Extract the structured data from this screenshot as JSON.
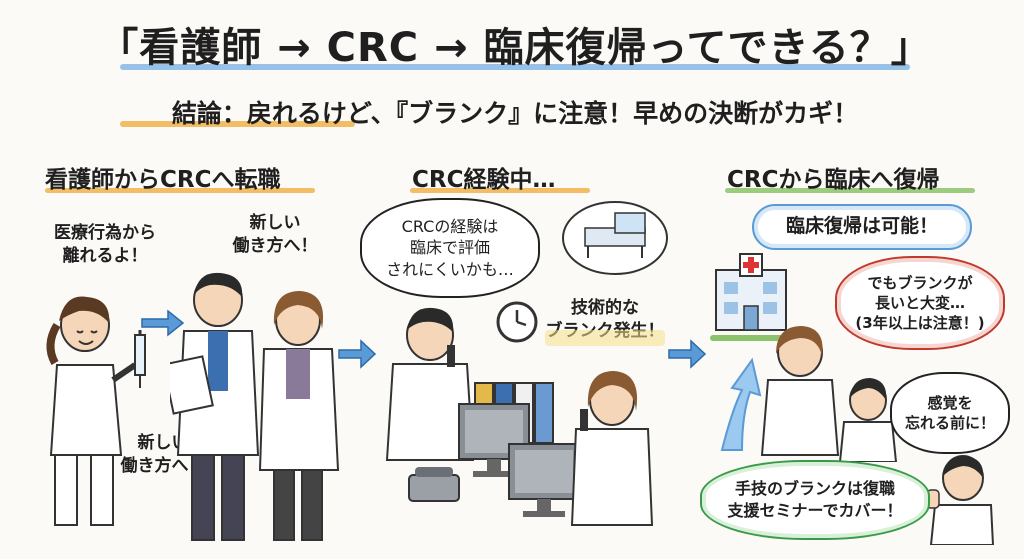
{
  "title": "「看護師 → CRC → 臨床復帰ってできる？」",
  "subtitle": "結論：戻れるけど、『ブランク』に注意！早めの決断がカギ！",
  "sections": [
    {
      "heading": "看護師からCRCへ転職",
      "notes": [
        "医療行為から\n離れるよ！",
        "新しい\n働き方へ！",
        "新しい\n働き方へ！"
      ]
    },
    {
      "heading": "CRC経験中…",
      "bubble": "CRCの経験は\n臨床で評価\nされにくいかも…",
      "warning": "技術的な\nブランク発生！"
    },
    {
      "heading": "CRCから臨床へ復帰",
      "bubble_main": "臨床復帰は可能！",
      "bubble_warn": "でもブランクが\n長いと大変…\n(3年以上は注意！)",
      "bubble_feel": "感覚を\n忘れる前に！",
      "bubble_tip": "手技のブランクは復職\n支援セミナーでカバー！"
    }
  ],
  "colors": {
    "accent_blue": "#5a9ad6",
    "accent_orange": "#f0b24a",
    "accent_green": "#8cc36a",
    "warn_red": "#c0392b"
  }
}
